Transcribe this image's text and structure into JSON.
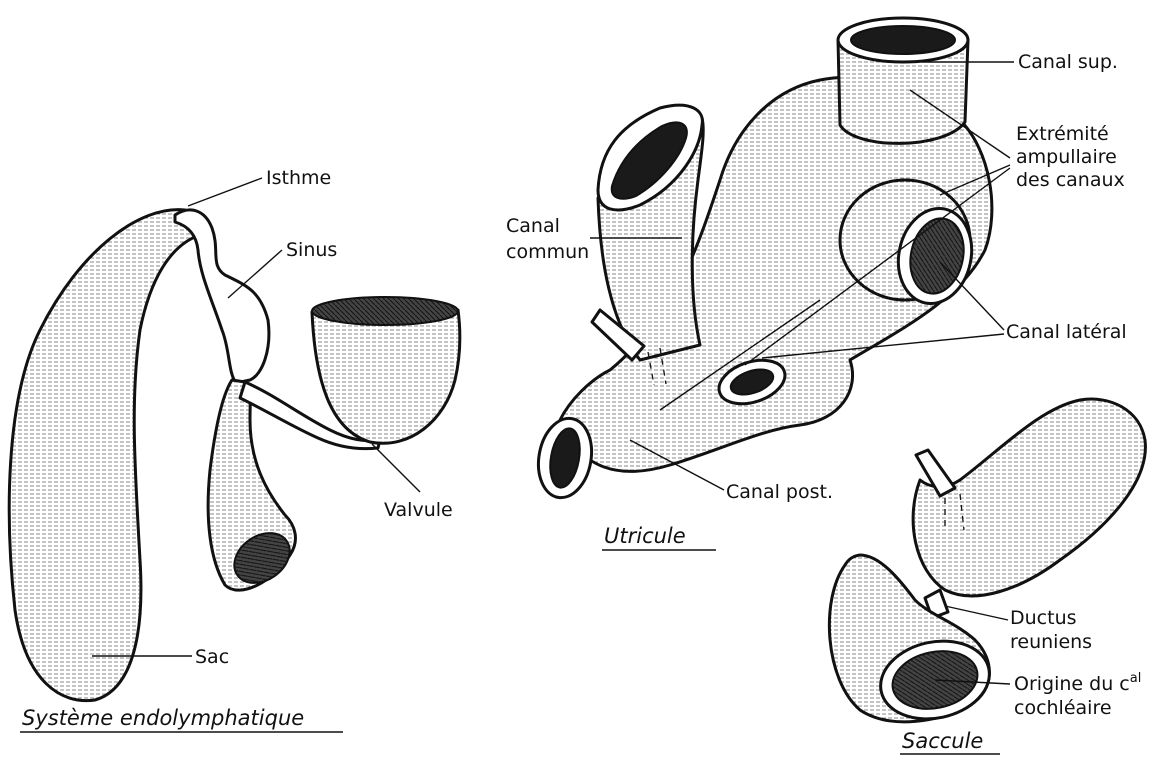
{
  "labels": {
    "isthme": "Isthme",
    "sinus": "Sinus",
    "valvule": "Valvule",
    "sac": "Sac",
    "canal_sup": "Canal sup.",
    "extremite_1": "Extrémité",
    "extremite_2": "ampullaire",
    "extremite_3": "des canaux",
    "canal_commun_1": "Canal",
    "canal_commun_2": "commun",
    "canal_lateral": "Canal latéral",
    "canal_post": "Canal post.",
    "ductus_1": "Ductus",
    "ductus_2": "reuniens",
    "origine_1": "Origine du c",
    "origine_sup": "al",
    "origine_2": "cochléaire"
  },
  "captions": {
    "endolymphatique": "Système endolymphatique",
    "utricule": "Utricule",
    "saccule": "Saccule"
  }
}
